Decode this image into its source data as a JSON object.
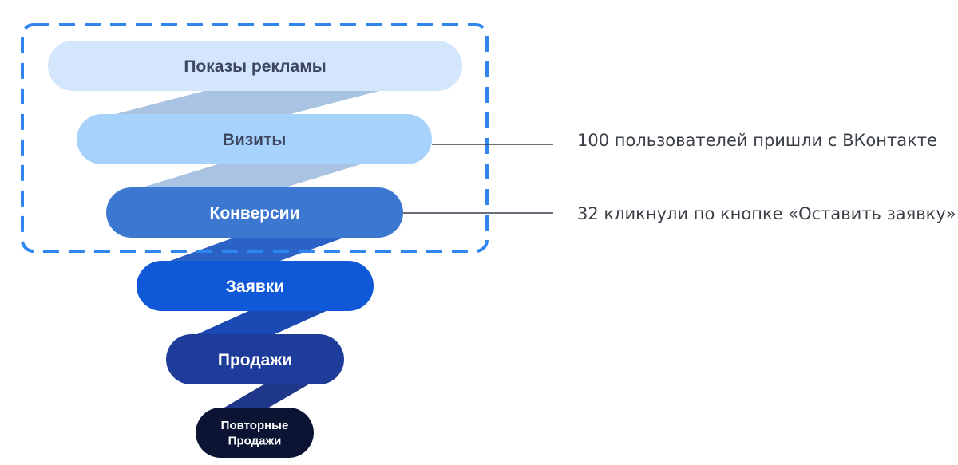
{
  "funnel": {
    "stages": [
      {
        "label": "Показы рекламы",
        "color": "#d3e6fb",
        "text_color": "#3d4660"
      },
      {
        "label": "Визиты",
        "color": "#a7d2fb",
        "text_color": "#3d4660"
      },
      {
        "label": "Конверсии",
        "color": "#3d78d0",
        "text_color": "#ffffff"
      },
      {
        "label": "Заявки",
        "color": "#0f58d8",
        "text_color": "#ffffff"
      },
      {
        "label": "Продажи",
        "color": "#1e3c9a",
        "text_color": "#ffffff"
      },
      {
        "label": "Повторные Продажи",
        "label_lines": [
          "Повторные",
          "Продажи"
        ],
        "color": "#0b1533",
        "text_color": "#ffffff"
      }
    ],
    "connector_colors": [
      "#a9c4e2",
      "#a9c4e2",
      "#2a62c6",
      "#1a49b4",
      "#1e3788"
    ],
    "highlight_border_color": "#2f86ee"
  },
  "annotations": [
    {
      "text": "100 пользователей пришли с ВКонтакте"
    },
    {
      "text": "32 кликнули по кнопке «Оставить заявку»"
    }
  ]
}
